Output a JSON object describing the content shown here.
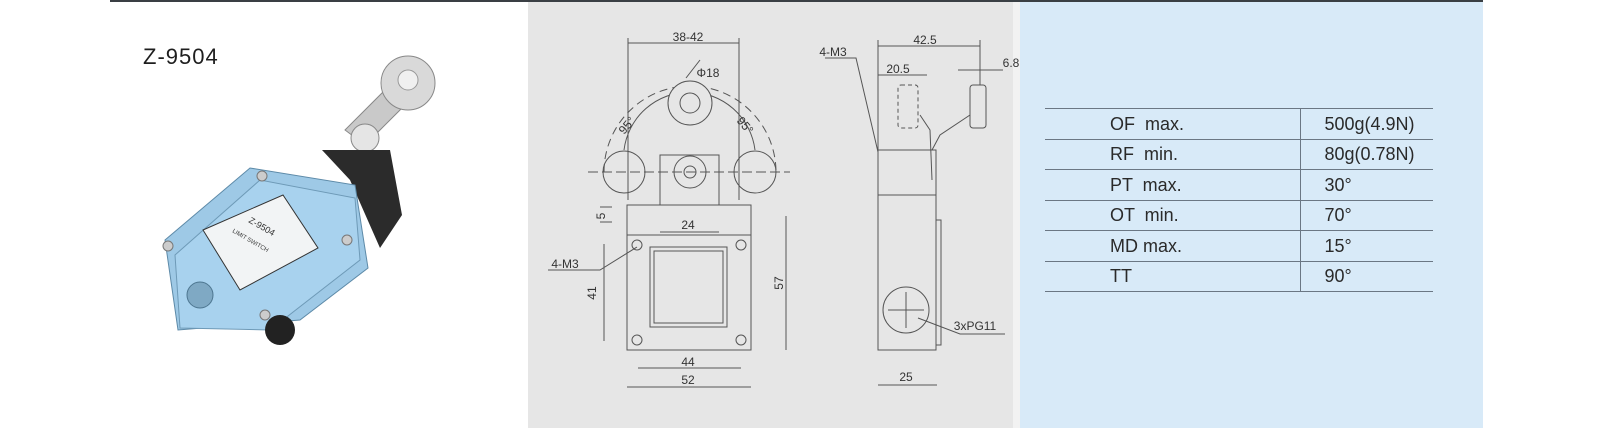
{
  "product": {
    "model": "Z-9504",
    "label_text": "Z-9504",
    "label_subtitle": "LIMIT SWITCH"
  },
  "drawing": {
    "front": {
      "width_range": "38-42",
      "roller_dia": "Φ18",
      "angle_left": "95°",
      "angle_right": "95°",
      "offset": "5",
      "neck": "24",
      "mount": "4-M3",
      "hole_v": "41",
      "height": "57",
      "hole_h": "44",
      "width": "52"
    },
    "side": {
      "depth": "42.5",
      "mount": "4-M3",
      "arm": "20.5",
      "roller_w": "6.8",
      "conduit": "3xPG11",
      "body": "25"
    }
  },
  "specs": [
    {
      "param": "OF  max.",
      "value": "500g(4.9N)"
    },
    {
      "param": "RF  min.",
      "value": "80g(0.78N)"
    },
    {
      "param": "PT  max.",
      "value": "30°"
    },
    {
      "param": "OT  min.",
      "value": "70°"
    },
    {
      "param": "MD max.",
      "value": "15°"
    },
    {
      "param": "TT",
      "value": "90°"
    }
  ],
  "colors": {
    "panel_gray": "#e6e6e6",
    "panel_blue": "#d8eaf8",
    "body_blue": "#a8cfe8"
  }
}
